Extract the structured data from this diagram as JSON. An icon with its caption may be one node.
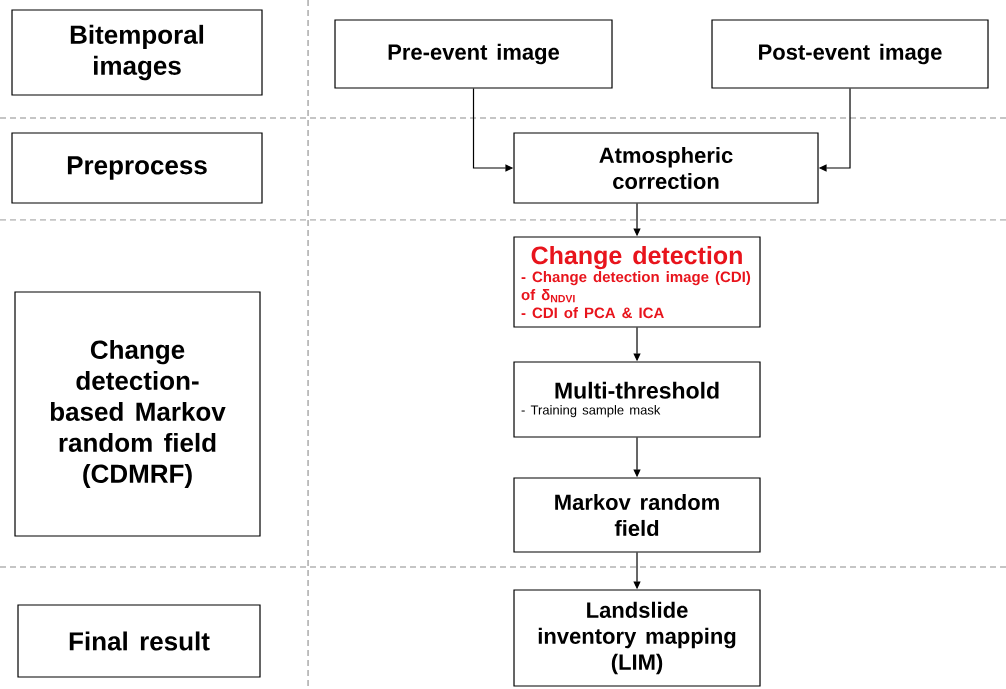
{
  "diagram": {
    "nodes": [
      {
        "text": [
          "Bitemporal images"
        ]
      },
      {
        "text": [
          "Preprocess"
        ]
      },
      {
        "text": [
          "Change detection-based Markov random field (CDMRF)"
        ]
      },
      {
        "text": [
          "Final result"
        ]
      },
      {
        "text": [
          "Pre-event image"
        ]
      },
      {
        "text": [
          "Post-event image"
        ]
      },
      {
        "text": [
          "Atmospheric correction"
        ]
      },
      {
        "text": [
          "Change detection",
          "- Change detection image (CDI) of δ$_{NDVI}$",
          "- CDI of PCA & ICA"
        ]
      },
      {
        "text": [
          "Multi-threshold",
          "- Training sample mask"
        ]
      },
      {
        "text": [
          "Markov random field"
        ]
      },
      {
        "text": [
          "Landslide inventory mapping (LIM)"
        ]
      }
    ],
    "edges": [
      {
        "from": 4,
        "to": 6,
        "arrow": "to"
      },
      {
        "from": 5,
        "to": 6,
        "arrow": "to"
      },
      {
        "from": 6,
        "to": 7,
        "arrow": "to"
      },
      {
        "from": 7,
        "to": 8,
        "arrow": "to"
      },
      {
        "from": 8,
        "to": 9,
        "arrow": "to"
      },
      {
        "from": 9,
        "to": 10,
        "arrow": "to"
      }
    ]
  }
}
